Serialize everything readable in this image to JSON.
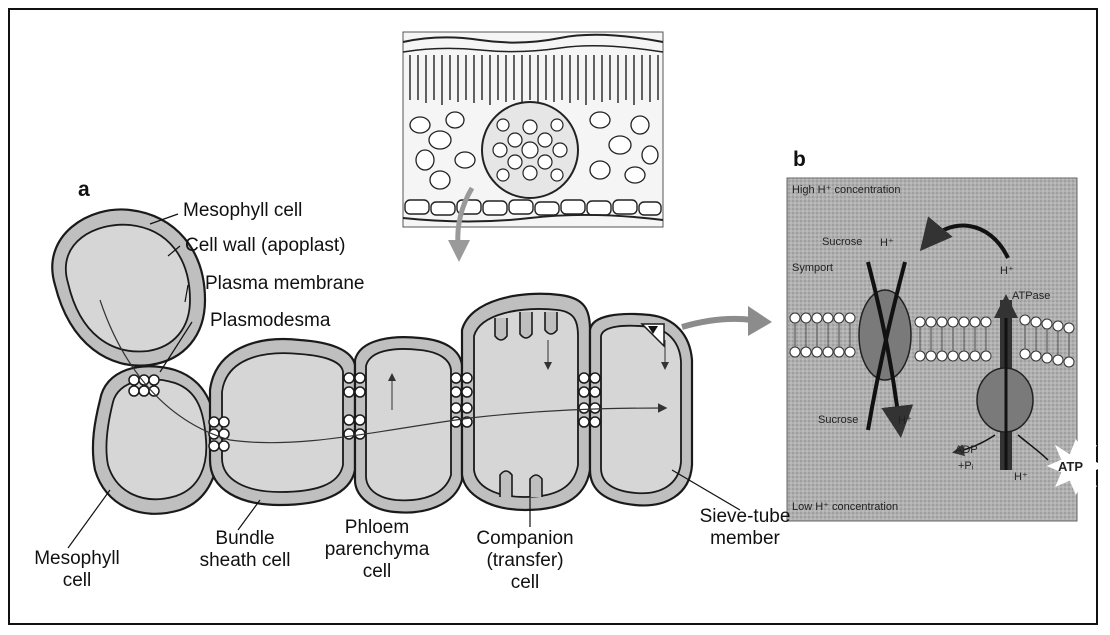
{
  "panel_a": {
    "letter": "a",
    "labels": {
      "mesophyll_cell_top": "Mesophyll cell",
      "cell_wall": "Cell wall (apoplast)",
      "plasma_membrane": "Plasma membrane",
      "plasmodesma": "Plasmodesma",
      "mesophyll_bottom_1": "Mesophyll",
      "mesophyll_bottom_2": "cell",
      "bundle_1": "Bundle",
      "bundle_2": "sheath cell",
      "phloem_1": "Phloem",
      "phloem_2": "parenchyma",
      "phloem_3": "cell",
      "companion_1": "Companion",
      "companion_2": "(transfer)",
      "companion_3": "cell",
      "sieve_1": "Sieve-tube",
      "sieve_2": "member"
    }
  },
  "panel_b": {
    "letter": "b",
    "labels": {
      "high": "High H⁺ concentration",
      "sucrose_top": "Sucrose",
      "h_top": "H⁺",
      "symport": "Symport",
      "h_right": "H⁺",
      "atpase": "ATPase",
      "sucrose_bottom": "Sucrose",
      "h_bottom": "H⁺",
      "adp": "ADP",
      "pi": "+Pᵢ",
      "h_bottom2": "H⁺",
      "atp": "ATP",
      "low": "Low H⁺ concentration"
    }
  },
  "colors": {
    "cell_fill": "#d2d2d2",
    "wall_fill": "#bfbfbf",
    "outline": "#1a1a1a",
    "panel_b_bg": "#a9a9a9",
    "arrow_gray": "#8c8c8c"
  }
}
